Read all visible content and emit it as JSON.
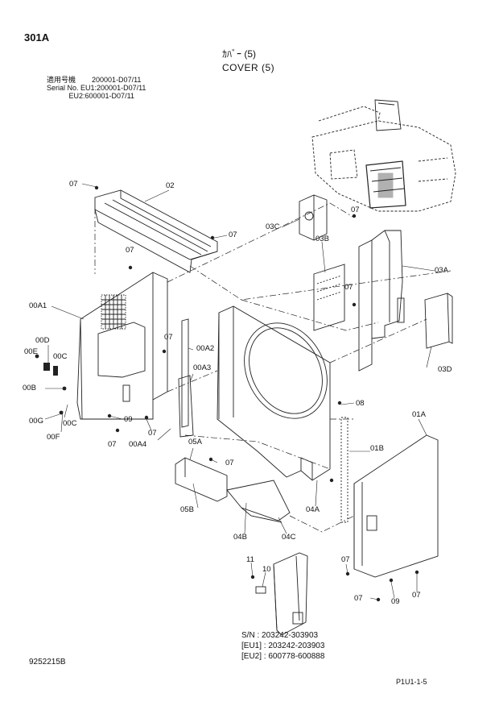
{
  "header": {
    "page_id": "301A",
    "title_jp": "ｶﾊﾞｰ (5)",
    "title_en": "COVER (5)"
  },
  "serial_block": {
    "row1_label": "適用号機",
    "row1_value": "200001-D07/11",
    "row2_label": "Serial No.",
    "row2_value": "EU1:200001-D07/11",
    "row3_value": "EU2:600001-D07/11"
  },
  "callouts": {
    "c07_a": "07",
    "c02": "02",
    "c07_b": "07",
    "c07_c": "07",
    "c03c": "03C",
    "c07_d": "07",
    "c03b": "03B",
    "c07_e": "07",
    "c03a": "03A",
    "c00a1": "00A1",
    "c00d": "00D",
    "c00e": "00E",
    "c00c_a": "00C",
    "c07_f": "07",
    "c00a2": "00A2",
    "c00a3": "00A3",
    "c00b": "00B",
    "c00g": "00G",
    "c00c_b": "00C",
    "c00f": "00F",
    "c09_a": "09",
    "c07_g": "07",
    "c07_h": "07",
    "c00a4": "00A4",
    "c03d": "03D",
    "c08": "08",
    "c01a": "01A",
    "c05a": "05A",
    "c07_i": "07",
    "c01b": "01B",
    "c05b": "05B",
    "c04b": "04B",
    "c04c": "04C",
    "c04a": "04A",
    "c11": "11",
    "c10": "10",
    "c07_j": "07",
    "c07_k": "07",
    "c09_b": "09",
    "c07_l": "07"
  },
  "footer": {
    "sn_line1": "S/N : 203242-303903",
    "sn_line2": "[EU1] : 203242-203903",
    "sn_line3": "[EU2] : 600778-600888",
    "drawing_no": "9252215B",
    "page_no": "P1U1-1-5"
  }
}
